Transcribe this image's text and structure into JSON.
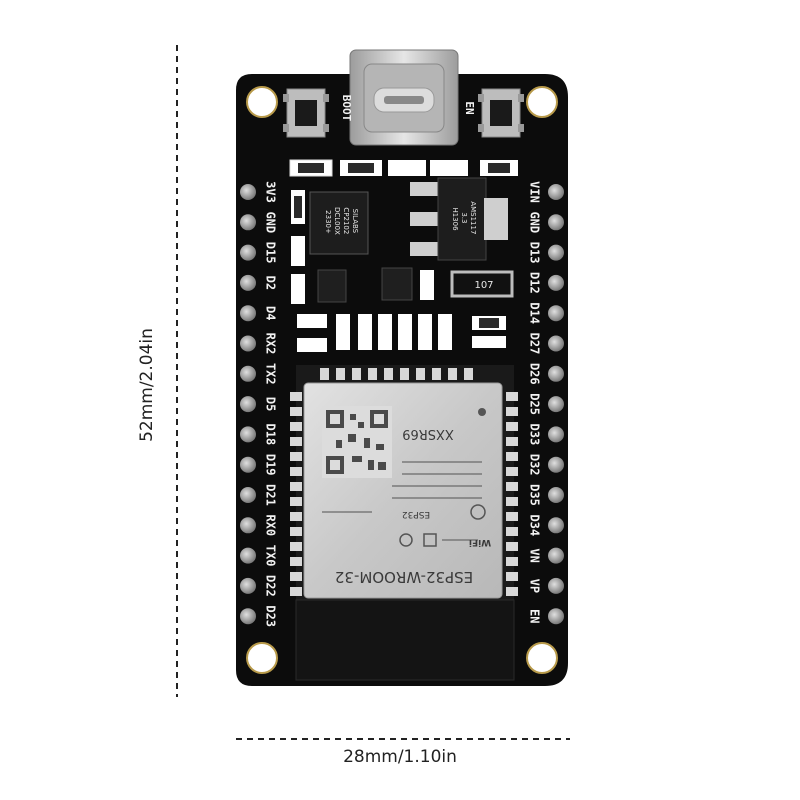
{
  "dimensions": {
    "height_label": "52mm/2.04in",
    "width_label": "28mm/1.10in"
  },
  "board": {
    "buttons": {
      "boot": "BOOT",
      "en": "EN"
    },
    "left_pins": [
      "3V3",
      "GND",
      "D15",
      "D2",
      "D4",
      "RX2",
      "TX2",
      "D5",
      "D18",
      "D19",
      "D21",
      "RX0",
      "TX0",
      "D22",
      "D23"
    ],
    "right_pins": [
      "VIN",
      "GND",
      "D13",
      "D12",
      "D14",
      "D27",
      "D26",
      "D25",
      "D33",
      "D32",
      "D35",
      "D34",
      "VN",
      "VP",
      "EN"
    ],
    "usb_chip": {
      "line1": "SILABS",
      "line2": "CP2102",
      "line3": "DCL00X",
      "line4": "2330+"
    },
    "regulator": {
      "line1": "AMS1117",
      "line2": "3.3",
      "line3": "H1306"
    },
    "cap_label": "107",
    "module": {
      "id_code": "XXSR69",
      "name": "ESP32-WROOM-32",
      "brand": "ESP32",
      "wifi": "WiFi"
    }
  },
  "colors": {
    "pcb": "#0c0c0c",
    "silkscreen": "#f2f2f2",
    "module_shield": "#cfcfcf",
    "pin": "#9a9a9a"
  }
}
